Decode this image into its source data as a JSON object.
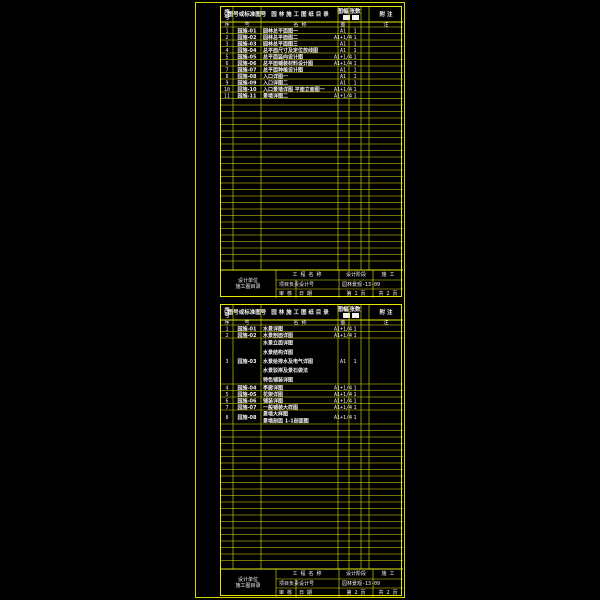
{
  "sheets": [
    {
      "header": {
        "seq": "序号",
        "code": "图号或标准图号",
        "title": "园 林 施 工 图 纸 目 录",
        "size": "图幅",
        "count": "张数",
        "remark": "附 注",
        "sub_seq": "序",
        "sub_code": "号",
        "sub_name": "名 称",
        "sub_size": "图",
        "sub_remark": "注"
      },
      "rows": [
        {
          "no": "1",
          "code": "园施-01",
          "name": "园林总平面图一",
          "size": "A1",
          "count": "1"
        },
        {
          "no": "2",
          "code": "园施-02",
          "name": "园林总平面图二",
          "size": "A1+1/4",
          "count": "1"
        },
        {
          "no": "3",
          "code": "园施-03",
          "name": "园林总平面图三",
          "size": "A1",
          "count": "1"
        },
        {
          "no": "4",
          "code": "园施-04",
          "name": "总平面尺寸及定位放线图",
          "size": "A1",
          "count": "1"
        },
        {
          "no": "5",
          "code": "园施-05",
          "name": "总平面竖向设计图",
          "size": "A1+1/4",
          "count": "1"
        },
        {
          "no": "6",
          "code": "园施-06",
          "name": "总平面铺装材料设计图",
          "size": "A1+1/4",
          "count": "1"
        },
        {
          "no": "7",
          "code": "园施-07",
          "name": "总平面种植设计图",
          "size": "A1",
          "count": "1"
        },
        {
          "no": "8",
          "code": "园施-08",
          "name": "入口详图一",
          "size": "A1",
          "count": "1"
        },
        {
          "no": "9",
          "code": "园施-09",
          "name": "入口详图二",
          "size": "A1",
          "count": "1"
        },
        {
          "no": "10",
          "code": "园施-10",
          "name": "入口景墙详图 平面立面图一",
          "size": "A1+1/4",
          "count": "1"
        },
        {
          "no": "11",
          "code": "园施-11",
          "name": "景墙详图二",
          "size": "A1+1/4",
          "count": "1"
        }
      ],
      "footer": {
        "company": "设计单位",
        "company_sub": "施工图目录",
        "project_label": "工 程 名 称",
        "phase_label": "设计阶段",
        "phase_value": "施 工",
        "row2_a": "项目负责",
        "row2_b": "设计号",
        "row2_c": "园林景观-13-09",
        "row3_a": "审 核",
        "row3_b": "日 期",
        "row3_c": "第 1 页",
        "row3_d": "共 2 页"
      }
    },
    {
      "header": {
        "seq": "序号",
        "code": "图号或标准图号",
        "title": "园 林 施 工 图 纸 目 录",
        "size": "图幅",
        "count": "张数",
        "remark": "附 注",
        "sub_seq": "序",
        "sub_code": "号",
        "sub_name": "名 称",
        "sub_size": "图",
        "sub_remark": "注"
      },
      "rows": [
        {
          "no": "1",
          "code": "园施-01",
          "name": "水景详图",
          "size": "A1+1/4",
          "count": "1"
        },
        {
          "no": "2",
          "code": "园施-02",
          "name": "水景剖面详图",
          "size": "A1+1/4",
          "count": "1"
        },
        {
          "no": "3",
          "code": "园施-03",
          "name": "水景立面详图 / 水景结构详图 / 水景给排水及电气详图 / 水景驳岸及景石做法 / 特色铺装详图",
          "size": "A1",
          "count": "1"
        },
        {
          "no": "4",
          "code": "园施-04",
          "name": "亭廊详图",
          "size": "A1+1/4",
          "count": "1"
        },
        {
          "no": "5",
          "code": "园施-05",
          "name": "花架详图",
          "size": "A1+1/4",
          "count": "1"
        },
        {
          "no": "6",
          "code": "园施-06",
          "name": "铺装详图",
          "size": "A1+1/4",
          "count": "1"
        },
        {
          "no": "7",
          "code": "园施-07",
          "name": "一般铺装大样图",
          "size": "A1+1/4",
          "count": "1"
        },
        {
          "no": "8",
          "code": "园施-08",
          "name": "景墙大样图 / 景墙剖面 1-1剖面图",
          "size": "A1+1/4",
          "count": "1"
        }
      ],
      "footer": {
        "company": "设计单位",
        "company_sub": "施工图目录",
        "project_label": "工 程 名 称",
        "phase_label": "设计阶段",
        "phase_value": "施 工",
        "row2_a": "项目负责",
        "row2_b": "设计号",
        "row2_c": "园林景观-13-09",
        "row3_a": "审 核",
        "row3_b": "日 期",
        "row3_c": "第 2 页",
        "row3_d": "共 2 页"
      }
    }
  ]
}
